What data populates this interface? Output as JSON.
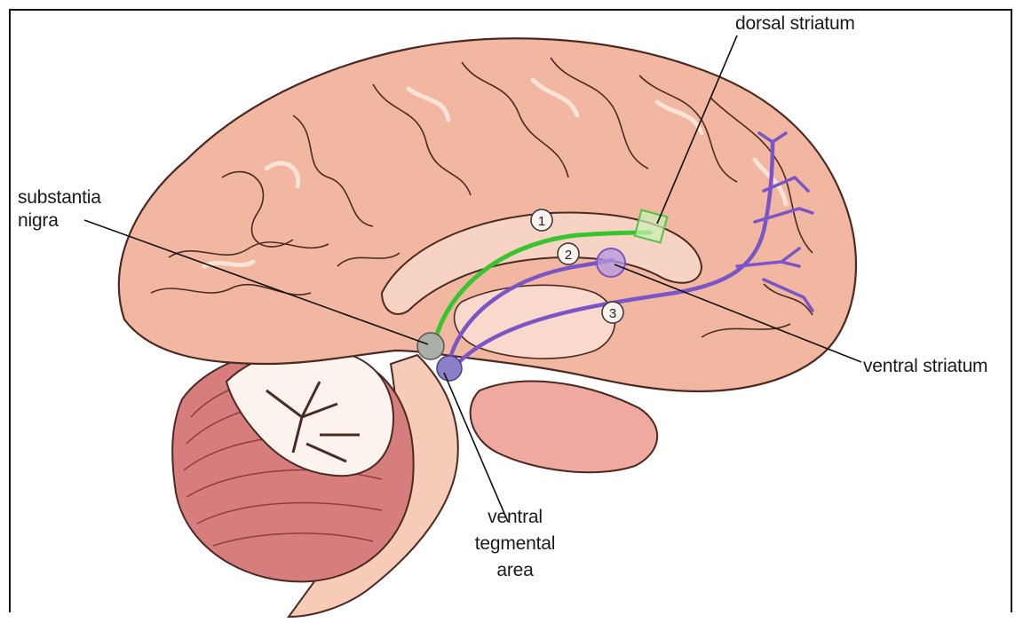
{
  "labels": {
    "dorsal_striatum": "dorsal striatum",
    "substantia_nigra_line1": "substantia",
    "substantia_nigra_line2": "nigra",
    "ventral_striatum": "ventral striatum",
    "vta_line1": "ventral",
    "vta_line2": "tegmental",
    "vta_line3": "area"
  },
  "pathway_numbers": {
    "p1": "1",
    "p2": "2",
    "p3": "3"
  },
  "colors": {
    "brain_fill": "#f2b7a1",
    "brain_outline": "#4a2a22",
    "highlight": "#fbe3d8",
    "cerebellum_dark": "#d77d7d",
    "brainstem": "#f6cbb8",
    "green_pathway": "#36c52e",
    "purple_pathway": "#7a55c8",
    "substantia_nigra_node": "#a9b0a7",
    "vta_node": "#8a80c8"
  }
}
